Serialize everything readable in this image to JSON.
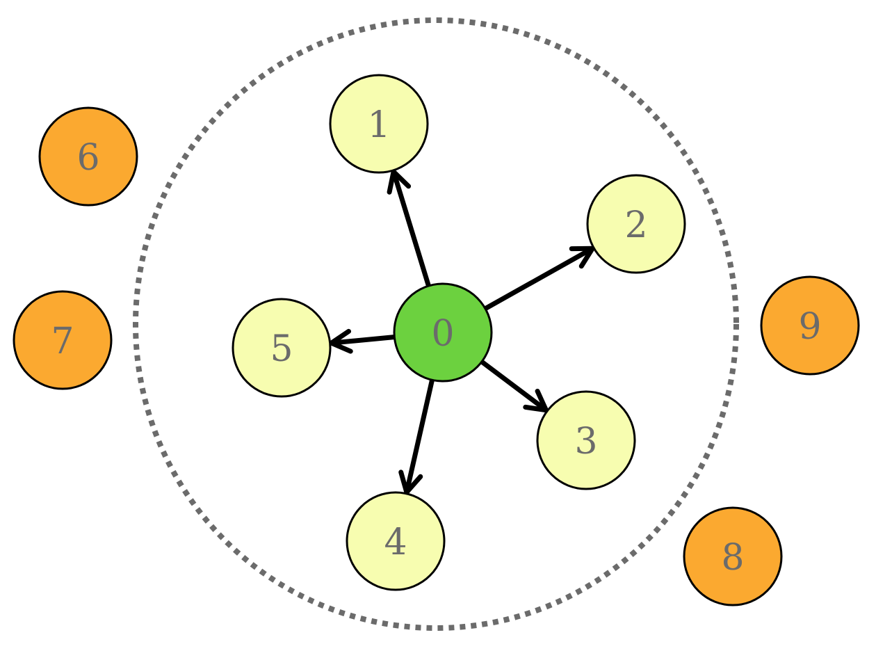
{
  "colors": {
    "center": "#6cd13f",
    "neighbor": "#f7fdb0",
    "outer": "#fba930",
    "stroke": "#000000",
    "label": "#6b6b6b",
    "boundary": "#6b6b6b",
    "edge": "#000000"
  },
  "nodes": [
    {
      "id": "0",
      "label": "0",
      "group": "center"
    },
    {
      "id": "1",
      "label": "1",
      "group": "neighbor"
    },
    {
      "id": "2",
      "label": "2",
      "group": "neighbor"
    },
    {
      "id": "3",
      "label": "3",
      "group": "neighbor"
    },
    {
      "id": "4",
      "label": "4",
      "group": "neighbor"
    },
    {
      "id": "5",
      "label": "5",
      "group": "neighbor"
    },
    {
      "id": "6",
      "label": "6",
      "group": "outer"
    },
    {
      "id": "7",
      "label": "7",
      "group": "outer"
    },
    {
      "id": "8",
      "label": "8",
      "group": "outer"
    },
    {
      "id": "9",
      "label": "9",
      "group": "outer"
    }
  ],
  "edges": [
    {
      "from": "0",
      "to": "1"
    },
    {
      "from": "0",
      "to": "2"
    },
    {
      "from": "0",
      "to": "3"
    },
    {
      "from": "0",
      "to": "4"
    },
    {
      "from": "0",
      "to": "5"
    }
  ]
}
